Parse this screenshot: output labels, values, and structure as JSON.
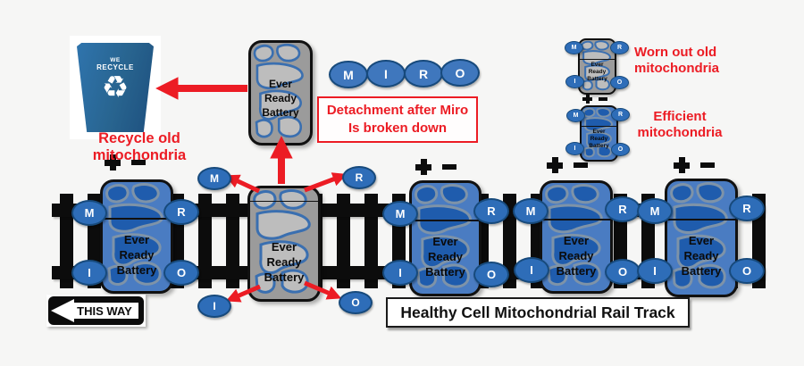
{
  "colors": {
    "red": "#ec1c24",
    "battery_blue": "#4a7cc2",
    "blob_blue": "#1f5cad",
    "battery_gray": "#9b9b9b",
    "blob_gray": "#bdbdbd",
    "oval_blue": "#2e6db8",
    "bin_blue": "#2f74ad",
    "track_black": "#0c0c0c"
  },
  "bin": {
    "label_line1": "WE",
    "label_line2": "RECYCLE",
    "symbol": "♻",
    "caption": "Recycle old mitochondria"
  },
  "callout": {
    "line1": "Detachment after Miro",
    "line2": "Is broken down"
  },
  "miro": {
    "letters": [
      "M",
      "I",
      "R",
      "O"
    ]
  },
  "oval_letters": {
    "M": "M",
    "I": "I",
    "R": "R",
    "O": "O"
  },
  "battery": {
    "line1": "Ever",
    "line2": "Ready",
    "line3": "Battery"
  },
  "legend": {
    "worn_line1": "Worn out old",
    "worn_line2": "mitochondria",
    "eff_line1": "Efficient",
    "eff_line2": "mitochondria"
  },
  "sign": {
    "text": "THIS WAY"
  },
  "caption_box": {
    "text": "Healthy Cell Mitochondrial Rail Track"
  }
}
